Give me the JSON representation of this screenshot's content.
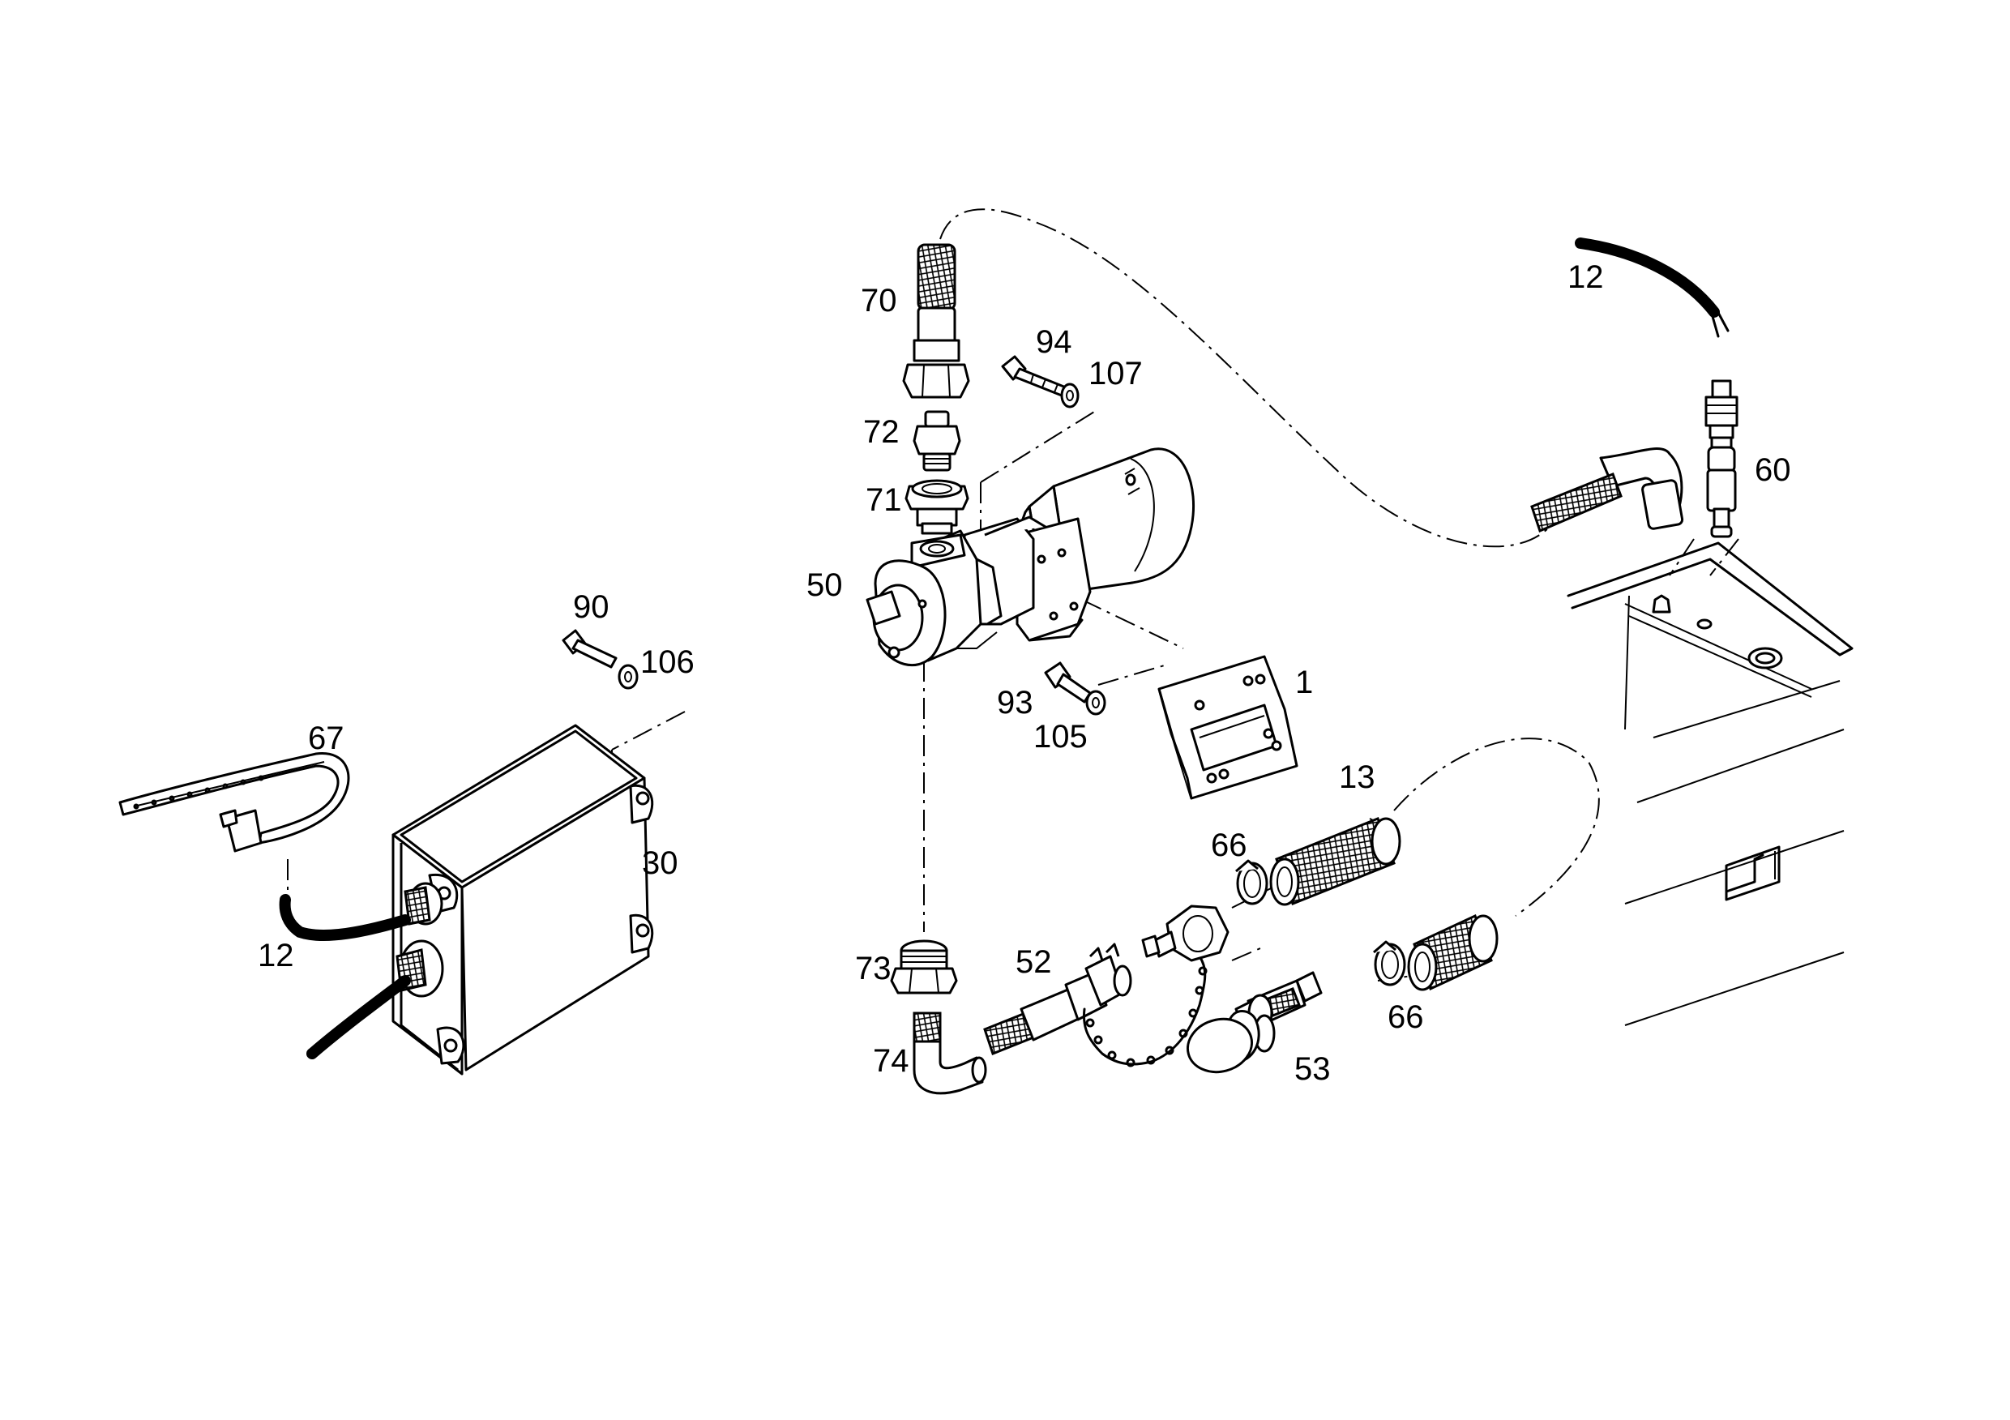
{
  "labels": {
    "p1": "1",
    "p12a": "12",
    "p12b": "12",
    "p13": "13",
    "p30": "30",
    "p50": "50",
    "p52": "52",
    "p53": "53",
    "p60": "60",
    "p66a": "66",
    "p66b": "66",
    "p67": "67",
    "p70": "70",
    "p71": "71",
    "p72": "72",
    "p73": "73",
    "p74": "74",
    "p90": "90",
    "p93": "93",
    "p94": "94",
    "p105": "105",
    "p106": "106",
    "p107": "107"
  }
}
